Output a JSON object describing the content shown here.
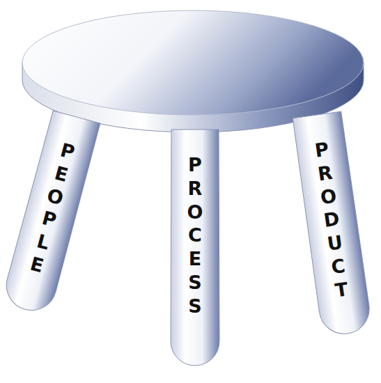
{
  "diagram": {
    "nodes": [
      {
        "text": [
          "PEOPLE"
        ]
      },
      {
        "text": [
          "PROCESS"
        ]
      },
      {
        "text": [
          "PRODUCT"
        ]
      }
    ]
  }
}
